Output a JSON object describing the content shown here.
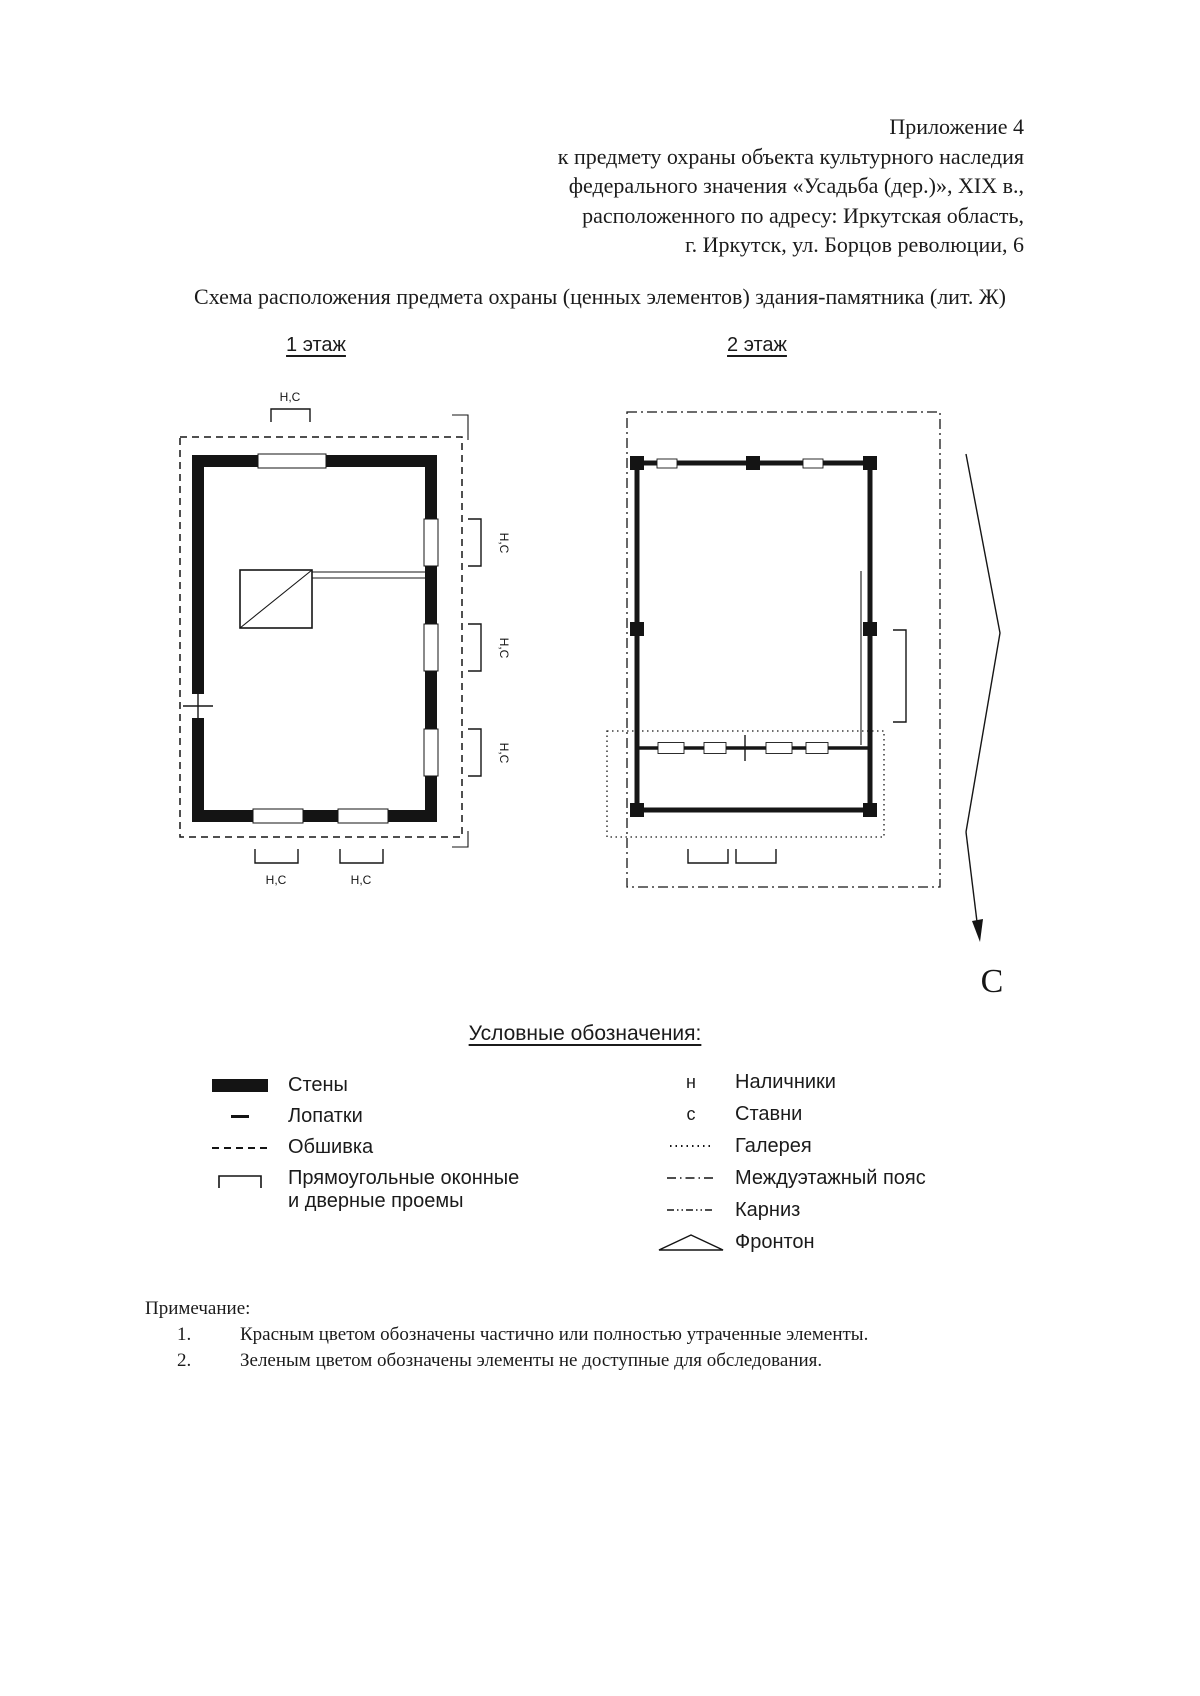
{
  "header": {
    "lines": [
      "Приложение 4",
      "к предмету охраны объекта культурного наследия",
      "федерального значения «Усадьба (дер.)», XIX в.,",
      "расположенного по адресу: Иркутская область,",
      "г. Иркутск, ул. Борцов революции, 6"
    ]
  },
  "title": "Схема расположения предмета охраны (ценных элементов) здания-памятника (лит. Ж)",
  "plans": {
    "floor1_label": "1 этаж",
    "floor2_label": "2 этаж",
    "marker_label": "Н,С",
    "north_label": "С"
  },
  "legend": {
    "title": "Условные обозначения:",
    "left": [
      {
        "icon": "walls-symbol",
        "label": "Стены"
      },
      {
        "icon": "pilaster-symbol",
        "label": "Лопатки"
      },
      {
        "icon": "cladding-symbol",
        "label": "Обшивка"
      },
      {
        "icon": "openings-symbol",
        "label": "Прямоугольные оконные",
        "label2": "и дверные проемы"
      }
    ],
    "right": [
      {
        "symbol_text": "н",
        "label": "Наличники"
      },
      {
        "symbol_text": "с",
        "label": "Ставни"
      },
      {
        "icon": "gallery-symbol",
        "label": "Галерея"
      },
      {
        "icon": "floor-belt-symbol",
        "label": "Междуэтажный пояс"
      },
      {
        "icon": "cornice-symbol",
        "label": "Карниз"
      },
      {
        "icon": "pediment-symbol",
        "label": "Фронтон"
      }
    ]
  },
  "notes": {
    "title": "Примечание:",
    "items": [
      {
        "num": "1.",
        "text": "Красным цветом обозначены частично или полностью утраченные элементы."
      },
      {
        "num": "2.",
        "text": "Зеленым цветом обозначены элементы не доступные для обследования."
      }
    ]
  }
}
